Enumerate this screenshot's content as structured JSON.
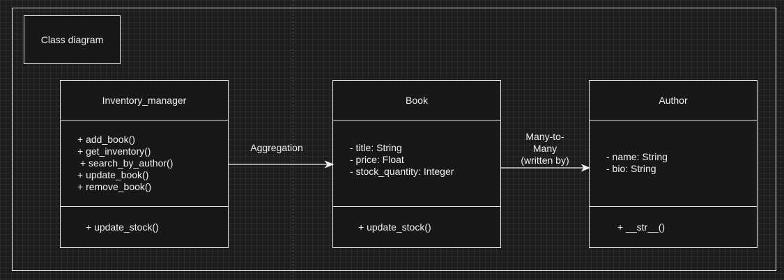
{
  "title": "Class diagram",
  "classes": [
    {
      "name": "Inventory_manager",
      "attributes": [],
      "methods": [
        "+ add_book()",
        "+ get_inventory()",
        " + search_by_author()",
        "+ update_book()",
        "+ remove_book()"
      ],
      "operations": [
        "+ update_stock()"
      ]
    },
    {
      "name": "Book",
      "attributes": [
        "- title: String",
        "- price: Float",
        "- stock_quantity: Integer"
      ],
      "operations": [
        "+ update_stock()"
      ]
    },
    {
      "name": "Author",
      "attributes": [
        "- name: String",
        "- bio: String"
      ],
      "operations": [
        "+ __str__()"
      ]
    }
  ],
  "relations": [
    {
      "from": "Inventory_manager",
      "to": "Book",
      "label": "Aggregation"
    },
    {
      "from": "Book",
      "to": "Author",
      "label_lines": [
        "Many-to-",
        "Many",
        "(written by)"
      ]
    }
  ]
}
